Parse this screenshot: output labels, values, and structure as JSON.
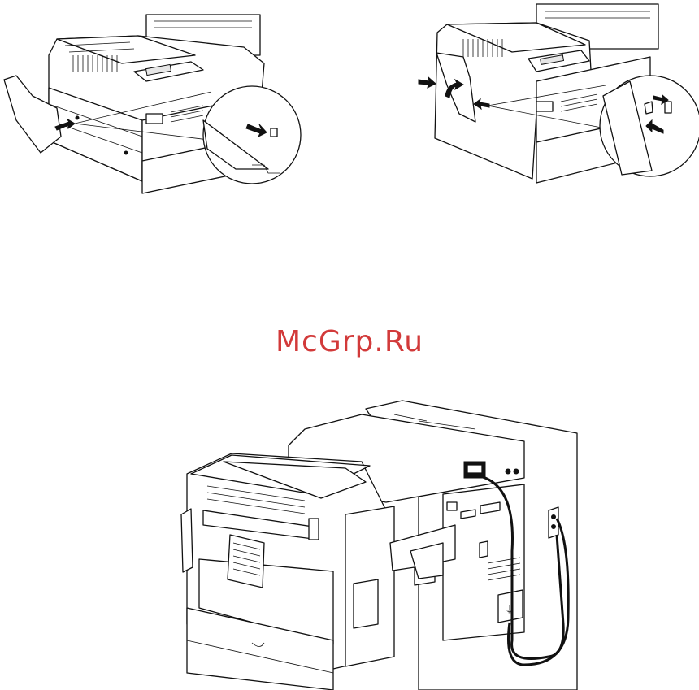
{
  "watermark": {
    "text": "McGrp.Ru"
  },
  "figures": [
    {
      "id": "top-left",
      "icon": "printer-face-down-tray-attach-illustration"
    },
    {
      "id": "top-right",
      "icon": "printer-face-down-tray-latch-illustration"
    },
    {
      "id": "bottom",
      "icon": "printer-rear-cable-connection-illustration"
    }
  ]
}
